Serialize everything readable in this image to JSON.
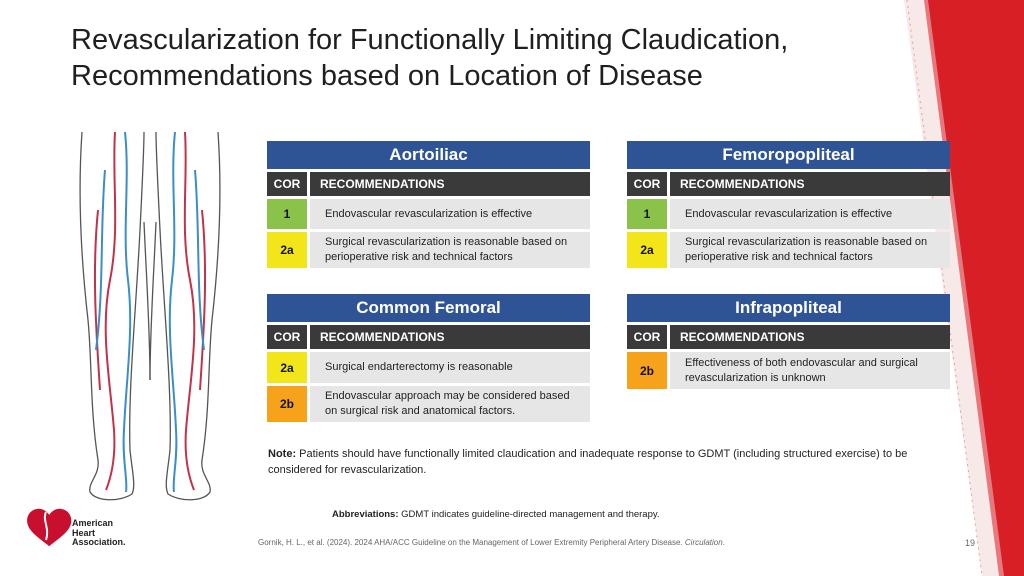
{
  "slide": {
    "title_line1": "Revascularization for Functionally Limiting Claudication,",
    "title_line2": "Recommendations based on Location of Disease",
    "page_number": "19"
  },
  "tables": {
    "aortoiliac": {
      "heading": "Aortoiliac",
      "col_cor": "COR",
      "col_rec": "RECOMMENDATIONS",
      "rows": [
        {
          "cor": "1",
          "text": "Endovascular revascularization is effective"
        },
        {
          "cor": "2a",
          "text": "Surgical revascularization is reasonable based on perioperative risk and technical factors"
        }
      ]
    },
    "femoropopliteal": {
      "heading": "Femoropopliteal",
      "col_cor": "COR",
      "col_rec": "RECOMMENDATIONS",
      "rows": [
        {
          "cor": "1",
          "text": "Endovascular revascularization is effective"
        },
        {
          "cor": "2a",
          "text": "Surgical revascularization is reasonable based on perioperative risk and technical factors"
        }
      ]
    },
    "common_femoral": {
      "heading": "Common Femoral",
      "col_cor": "COR",
      "col_rec": "RECOMMENDATIONS",
      "rows": [
        {
          "cor": "2a",
          "text": "Surgical endarterectomy is reasonable"
        },
        {
          "cor": "2b",
          "text": "Endovascular approach may be considered based on surgical risk and anatomical factors."
        }
      ]
    },
    "infrapopliteal": {
      "heading": "Infrapopliteal",
      "col_cor": "COR",
      "col_rec": "RECOMMENDATIONS",
      "rows": [
        {
          "cor": "2b",
          "text": "Effectiveness of both endovascular and surgical revascularization is unknown"
        }
      ]
    }
  },
  "note": {
    "label": "Note:",
    "text": " Patients should have functionally limited claudication and inadequate response to GDMT (including structured exercise) to be considered for revascularization."
  },
  "abbreviations": {
    "label": "Abbreviations:",
    "text": " GDMT indicates guideline-directed management and therapy."
  },
  "citation": {
    "text": "Gornik, H. L., et al. (2024). 2024 AHA/ACC Guideline on the Management of Lower Extremity Peripheral Artery Disease.",
    "journal": "Circulation",
    "end": "."
  },
  "logo": {
    "line1": "American",
    "line2": "Heart",
    "line3": "Association.",
    "color": "#c8102e"
  },
  "colors": {
    "table_header": "#2f5496",
    "col_header": "#3a3a3a",
    "cor_1": "#8bc34a",
    "cor_2a": "#f2e51a",
    "cor_2b": "#f7a21b",
    "accent_red": "#c8102e"
  }
}
